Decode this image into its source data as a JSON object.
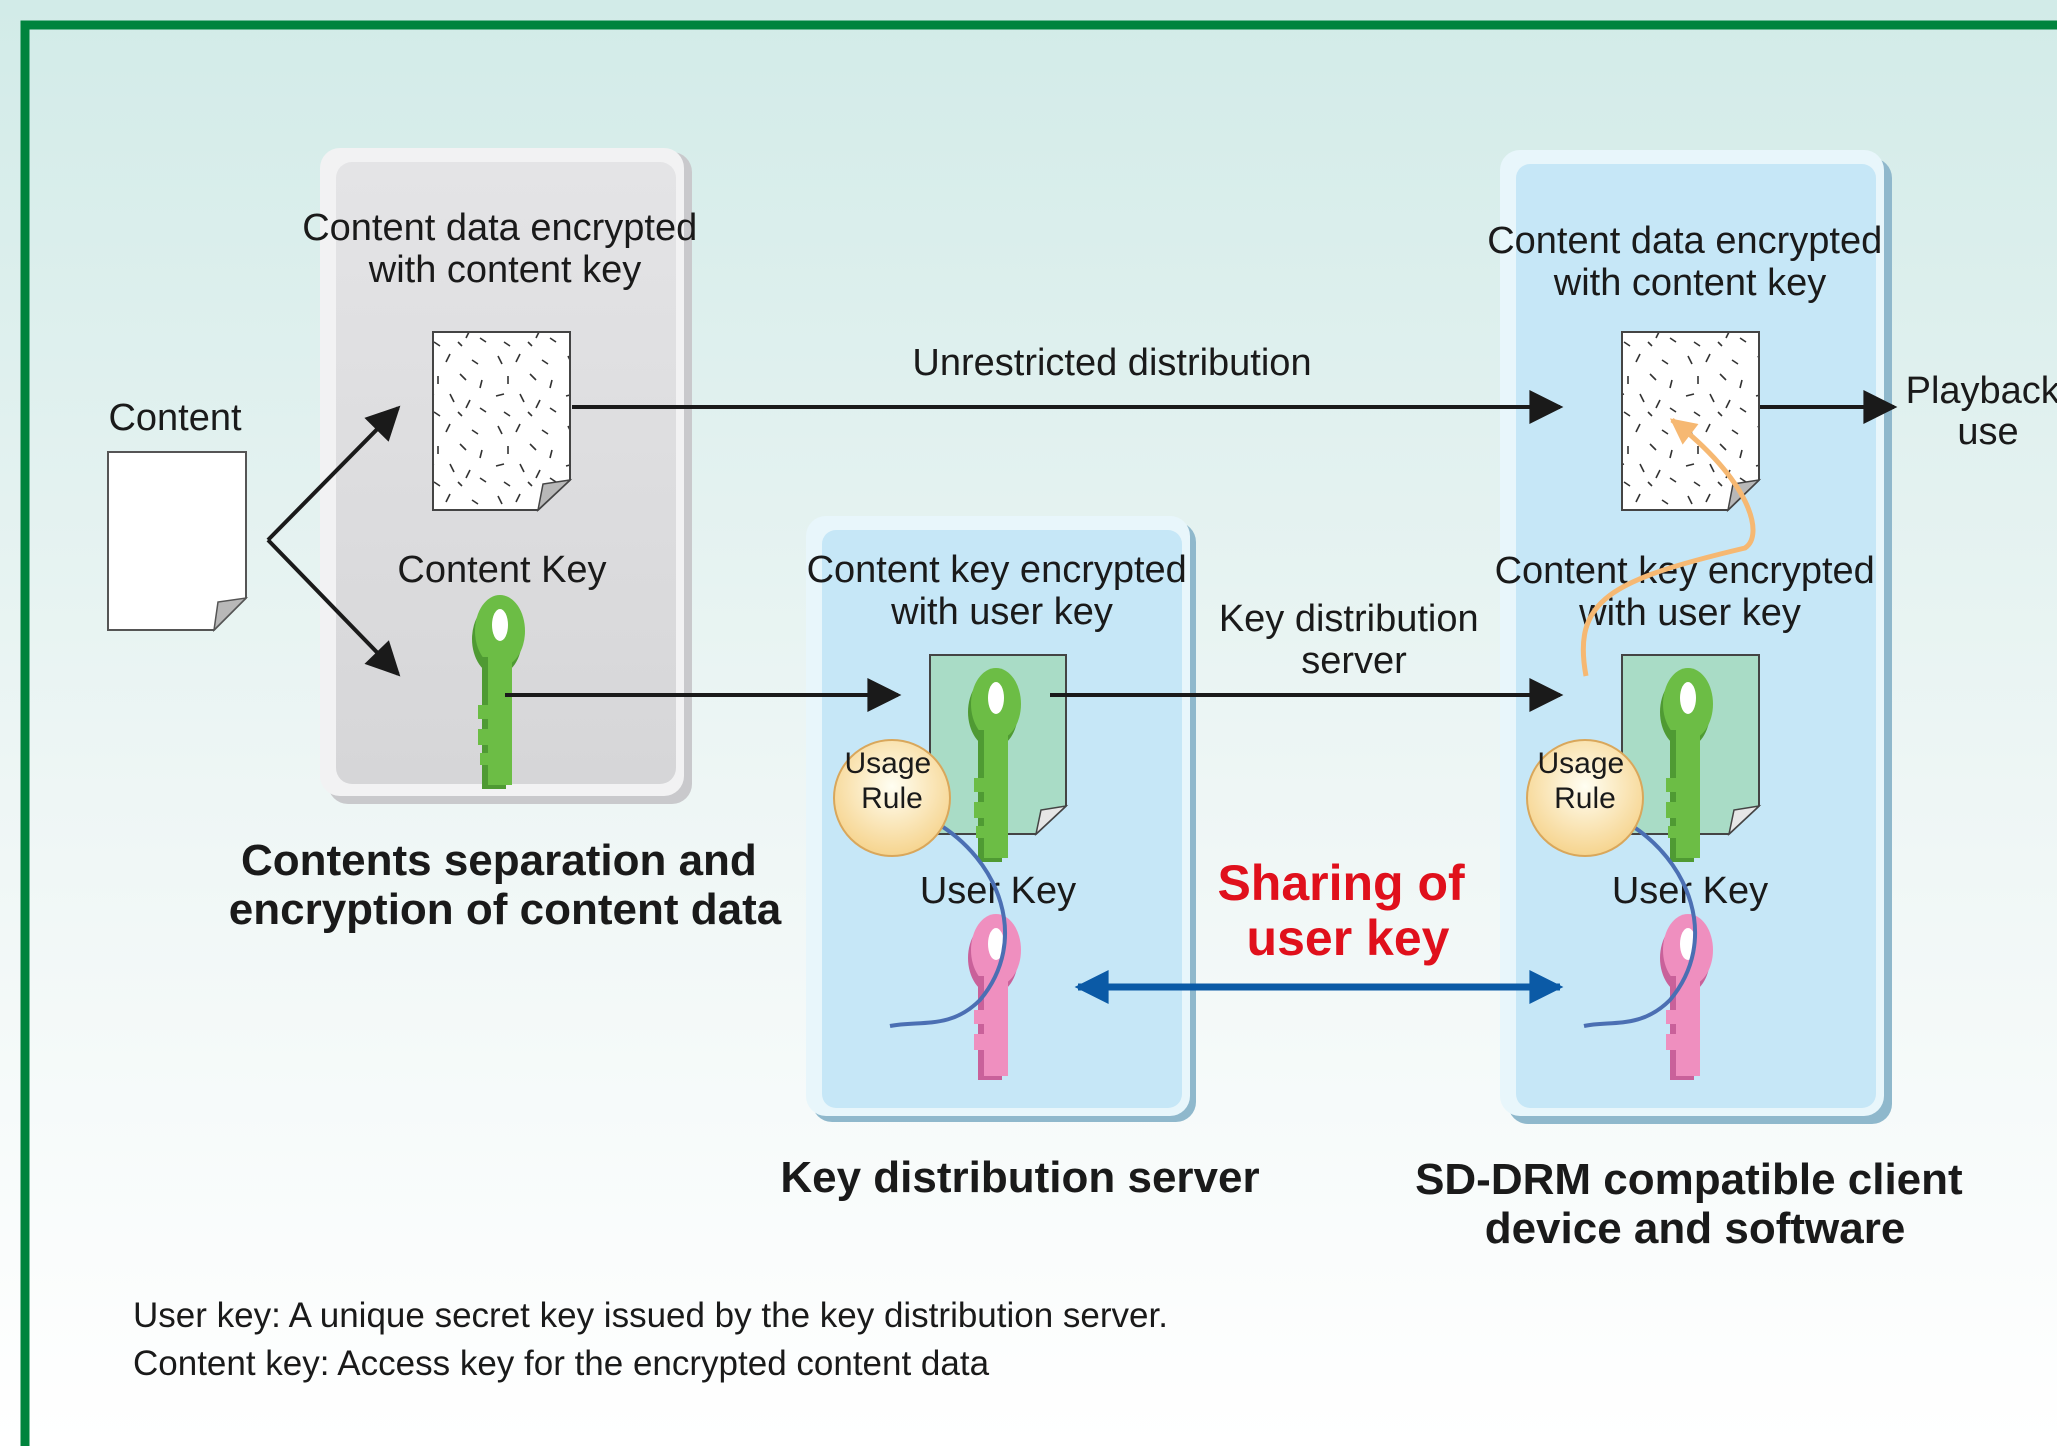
{
  "content_label": "Content",
  "separation_box": {
    "encrypted_data_label": [
      "Content data encrypted",
      "with content key"
    ],
    "content_key_label": "Content Key",
    "heading": [
      "Contents separation and",
      "encryption of content data"
    ]
  },
  "server_box": {
    "encrypted_key_label": [
      "Content key encrypted",
      "with user key"
    ],
    "usage_rule": [
      "Usage",
      "Rule"
    ],
    "user_key_label": "User Key",
    "heading": "Key distribution server"
  },
  "client_box": {
    "encrypted_data_label": [
      "Content data encrypted",
      "with content key"
    ],
    "encrypted_key_label": [
      "Content key encrypted",
      "with user key"
    ],
    "usage_rule": [
      "Usage",
      "Rule"
    ],
    "user_key_label": "User Key",
    "heading": [
      "SD-DRM compatible client",
      "device and software"
    ]
  },
  "flows": {
    "unrestricted": "Unrestricted distribution",
    "key_distribution": [
      "Key distribution",
      "server"
    ],
    "playback": [
      "Playback",
      "use"
    ],
    "sharing": [
      "Sharing of",
      "user key"
    ]
  },
  "notes": [
    "User key: A unique secret key issued by the key distribution server.",
    "Content key: Access key for the encrypted content data"
  ],
  "colors": {
    "frame": "#00843d",
    "key_green": "#6cbd45",
    "key_pink": "#ef8fbf",
    "sharing_text": "#e0101c",
    "sharing_arrow": "#0b5aa6",
    "server_box": "#c6e7f7"
  }
}
